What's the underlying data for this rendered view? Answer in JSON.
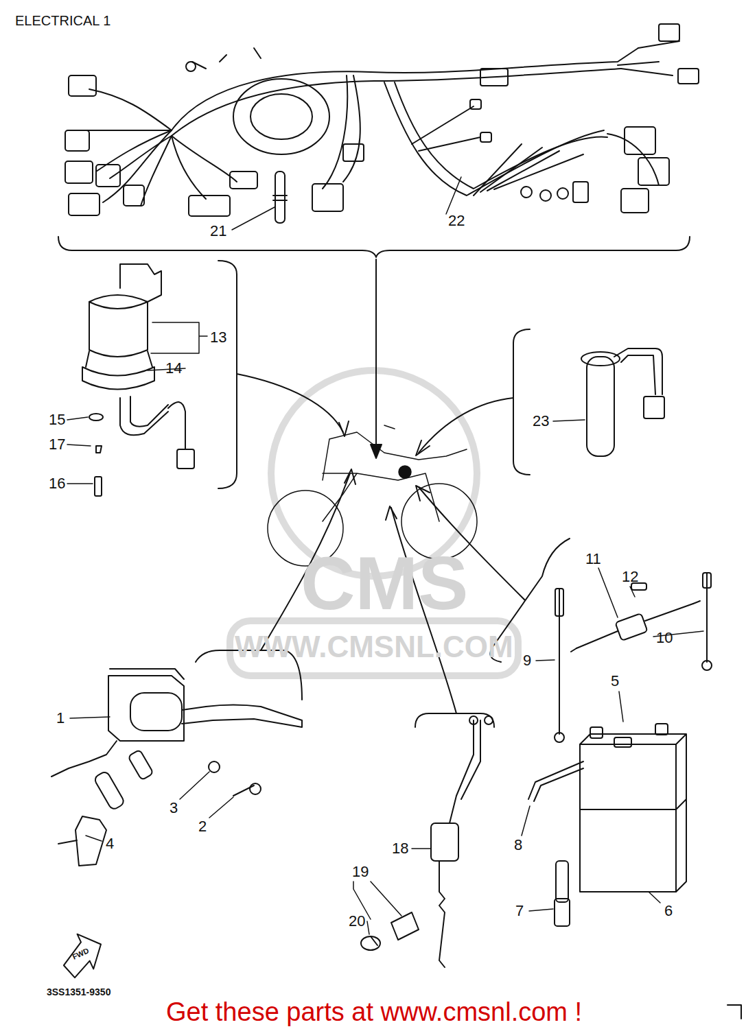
{
  "diagram": {
    "title": "ELECTRICAL 1",
    "caption": "Get these parts at www.cmsnl.com !",
    "labels": [
      "21",
      "22",
      "13",
      "14",
      "15",
      "17",
      "16",
      "23",
      "11",
      "12",
      "10",
      "9",
      "5",
      "1",
      "3",
      "2",
      "4",
      "18",
      "8",
      "19",
      "20",
      "7",
      "6",
      "FWD",
      "3SS1351-9350",
      "CMS",
      "WWW.CMSNL.COM"
    ]
  }
}
